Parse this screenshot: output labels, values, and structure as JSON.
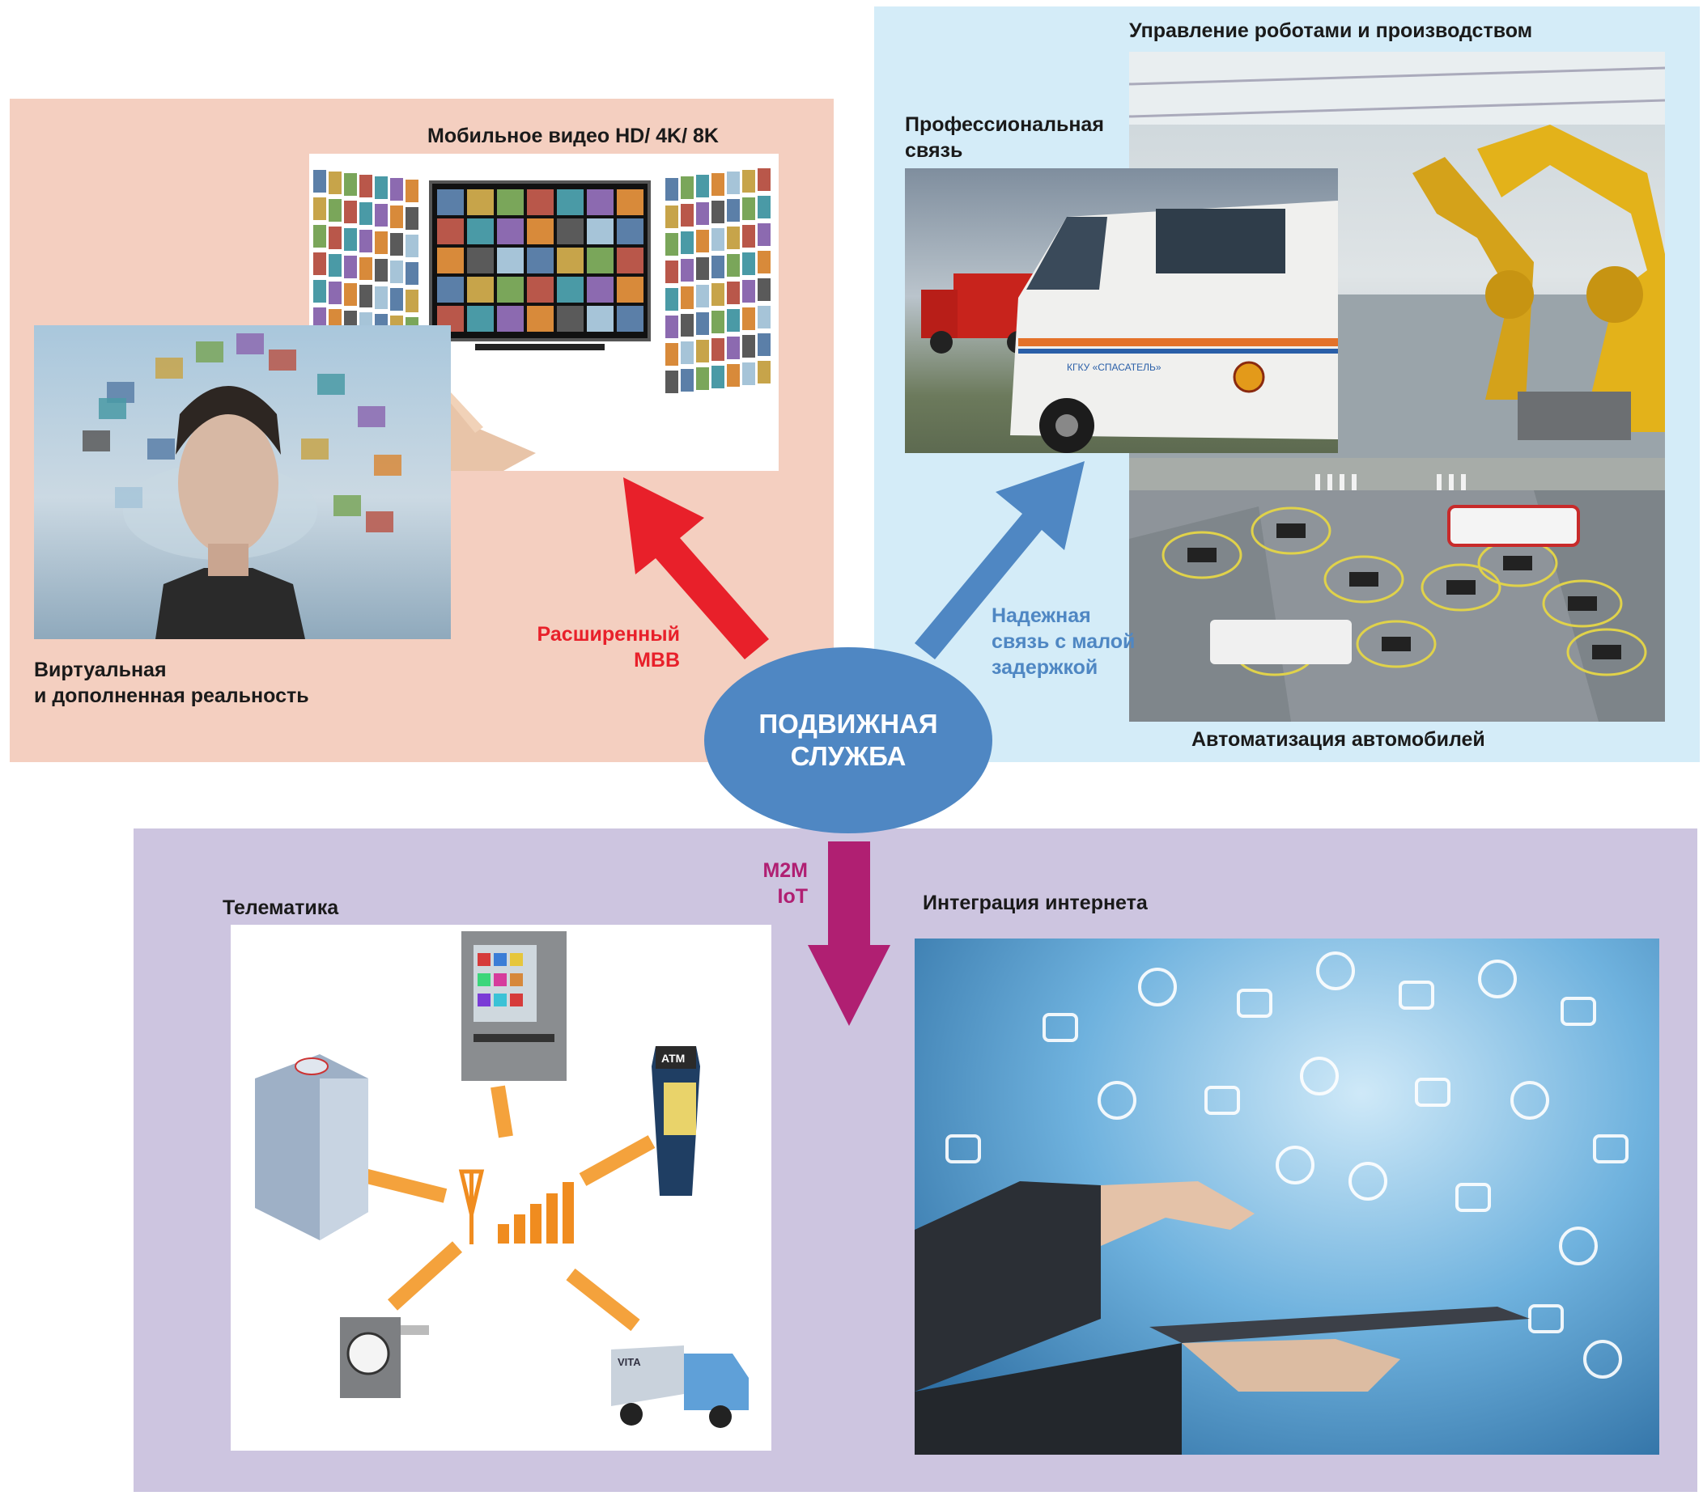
{
  "center": {
    "label": "ПОДВИЖНАЯ\nСЛУЖБА",
    "color": "#4f87c3"
  },
  "branches": {
    "embb": {
      "label": "Расширенный\nMBB",
      "color": "#e8202a"
    },
    "urllc": {
      "label": "Надежная\nсвязь с малой\nзадержкой",
      "color": "#4f87c3"
    },
    "mmtc": {
      "label": "M2M\nIoT",
      "color": "#b01f72"
    }
  },
  "panels": {
    "top_left": {
      "color": "#f4cfc0"
    },
    "top_right": {
      "color": "#d4ecf8"
    },
    "bottom": {
      "color": "#cdc5e0"
    }
  },
  "captions": {
    "mobile_video": "Мобильное видео HD/ 4K/ 8K",
    "vr_ar": "Виртуальная\n и дополненная реальность",
    "robots": "Управление роботами и производством",
    "professional": "Профессиональная\nсвязь",
    "automotive": "Автоматизация автомобилей",
    "telematics": "Телематика",
    "internet": "Интеграция интернета"
  },
  "photo_text": {
    "atm": "ATM",
    "van_brand": "КГКУ «СПАСАТЕЛЬ»",
    "truck_brand": "VITA"
  },
  "icons": [
    "video-wall-image",
    "vr-woman-image",
    "robot-factory-image",
    "rescue-van-image",
    "smart-traffic-image",
    "telematics-diagram",
    "internet-tablet-image"
  ]
}
